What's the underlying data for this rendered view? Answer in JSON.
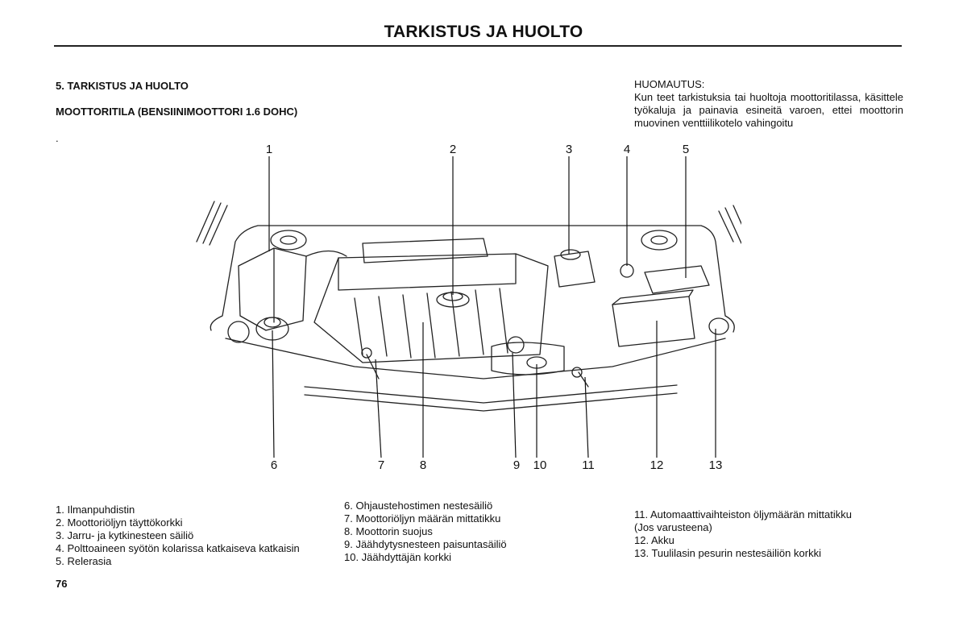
{
  "header": {
    "title": "TARKISTUS JA HUOLTO"
  },
  "section": {
    "heading": "5. TARKISTUS JA HUOLTO",
    "subheading": "MOOTTORITILA (BENSIINIMOOTTORI 1.6 DOHC)",
    "stray_mark": "."
  },
  "note": {
    "title": "HUOMAUTUS:",
    "body": "Kun teet tarkistuksia tai huoltoja moottoritilassa, käsittele työkaluja ja painavia esineitä varoen, ettei moottorin muovinen venttiilikotelo vahingoitu"
  },
  "diagram": {
    "top_callouts": [
      "1",
      "2",
      "3",
      "4",
      "5"
    ],
    "bottom_callouts": [
      "6",
      "7",
      "8",
      "9",
      "10",
      "11",
      "12",
      "13"
    ]
  },
  "legend": {
    "column1": [
      "1. Ilmanpuhdistin",
      "2. Moottoriöljyn täyttökorkki",
      "3. Jarru- ja kytkinesteen säiliö",
      "4. Polttoaineen syötön kolarissa katkaiseva katkaisin",
      "5. Relerasia"
    ],
    "column2": [
      "6. Ohjaustehostimen nestesäiliö",
      "7. Moottoriöljyn määrän mittatikku",
      "8. Moottorin suojus",
      "9. Jäähdytysnesteen paisuntasäiliö",
      "10. Jäähdyttäjän korkki"
    ],
    "column3": [
      "11. Automaattivaihteiston öljymäärän mittatikku",
      "(Jos varusteena)",
      "12. Akku",
      "13. Tuulilasin pesurin nestesäiliön korkki"
    ]
  },
  "footer": {
    "page_number": "76"
  }
}
